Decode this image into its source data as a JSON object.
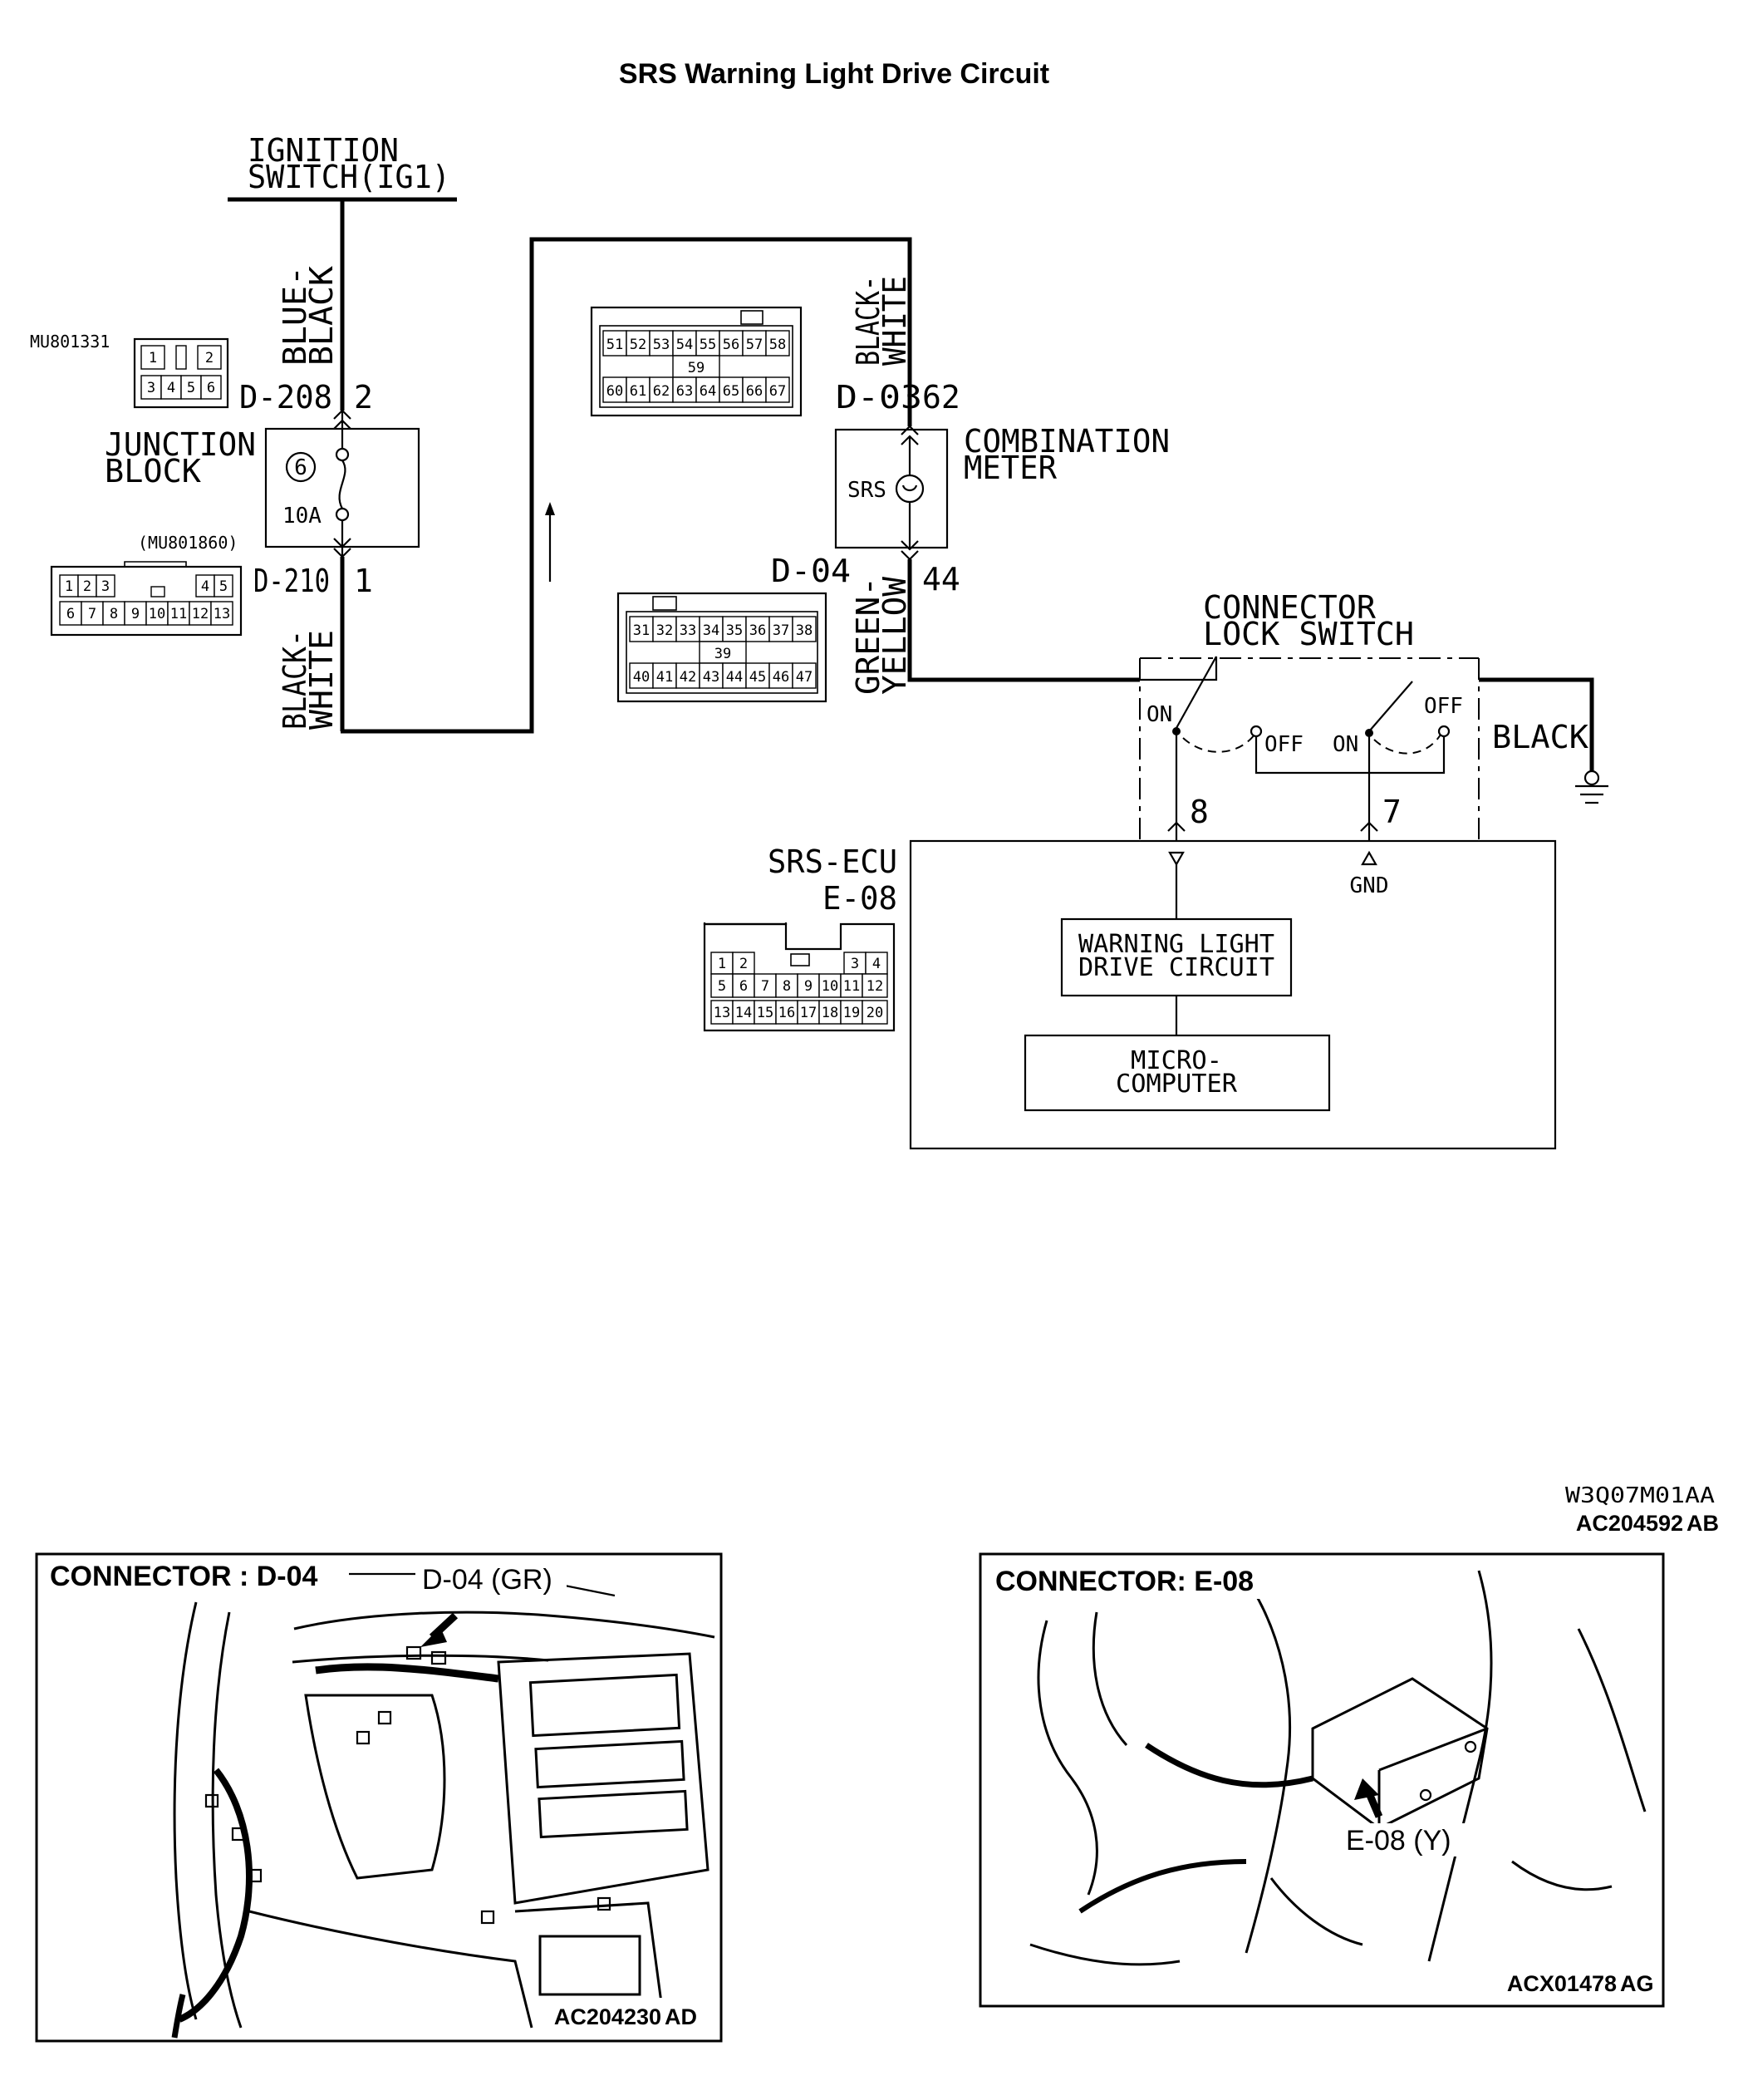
{
  "title": "SRS Warning Light Drive Circuit",
  "ignition": {
    "line1": "IGNITION",
    "line2": "SWITCH(IG1)"
  },
  "junction_block": {
    "line1": "JUNCTION",
    "line2": "BLOCK",
    "fuse_no": "6",
    "fuse_rating": "10A",
    "connector_top": "D-208",
    "pin_top": "2",
    "connector_bottom": "D-210",
    "pin_bottom": "1",
    "part_no_top": "MU801331",
    "part_no_bottom": "(MU801860)"
  },
  "wire_colors": {
    "blue_black": {
      "line1": "BLUE-",
      "line2": "BLACK"
    },
    "black_white_left": {
      "line1": "BLACK-",
      "line2": "WHITE"
    },
    "black_white_right": {
      "line1": "BLACK-",
      "line2": "WHITE"
    },
    "green_yellow": {
      "line1": "GREEN-",
      "line2": "YELLOW"
    },
    "black": "BLACK"
  },
  "combination_meter": {
    "line1": "COMBINATION",
    "line2": "METER",
    "lamp": "SRS",
    "connector_top": "D-03",
    "pin_top": "62",
    "connector_bottom": "D-04",
    "pin_bottom": "44"
  },
  "connector_lock_switch": {
    "line1": "CONNECTOR",
    "line2": "LOCK SWITCH",
    "on_left": "ON",
    "off_left": "OFF",
    "on_right": "ON",
    "off_right": "OFF",
    "pin_left": "8",
    "pin_right": "7"
  },
  "srs_ecu": {
    "line1": "SRS-ECU",
    "line2": "E-08",
    "gnd": "GND",
    "warning_circuit_line1": "WARNING LIGHT",
    "warning_circuit_line2": "DRIVE CIRCUIT",
    "micro_line1": "MICRO-",
    "micro_line2": "COMPUTER"
  },
  "connector_pins": {
    "d208_row1": [
      "1",
      "",
      "2"
    ],
    "d208_row2": [
      "3",
      "4",
      "5",
      "6"
    ],
    "d210_row1": [
      "1",
      "2",
      "3",
      "",
      "",
      "",
      "",
      "4",
      "5"
    ],
    "d210_row2": [
      "6",
      "7",
      "8",
      "9",
      "10",
      "11",
      "12",
      "13"
    ],
    "d03_row1": [
      "51",
      "52",
      "53",
      "54",
      "55",
      "56",
      "57",
      "58"
    ],
    "d03_mid": "59",
    "d03_row2": [
      "60",
      "61",
      "62",
      "63",
      "64",
      "65",
      "66",
      "67"
    ],
    "d04_row1": [
      "31",
      "32",
      "33",
      "34",
      "35",
      "36",
      "37",
      "38"
    ],
    "d04_mid": "39",
    "d04_row2": [
      "40",
      "41",
      "42",
      "43",
      "44",
      "45",
      "46",
      "47"
    ],
    "e08_row1": [
      "1",
      "2",
      "",
      "",
      "",
      "",
      "3",
      "4"
    ],
    "e08_row2": [
      "5",
      "6",
      "7",
      "8",
      "9",
      "10",
      "11",
      "12"
    ],
    "e08_row3": [
      "13",
      "14",
      "15",
      "16",
      "17",
      "18",
      "19",
      "20"
    ]
  },
  "diagram_codes": {
    "code1": "W3Q07M01AA",
    "code2": "AC204592",
    "code2_suffix": "AB"
  },
  "panel_left": {
    "heading": "CONNECTOR : D-04",
    "callout": "D-04 (GR)",
    "code": "AC204230",
    "code_suffix": "AD"
  },
  "panel_right": {
    "heading": "CONNECTOR: E-08",
    "callout": "E-08 (Y)",
    "code": "ACX01478",
    "code_suffix": "AG"
  }
}
